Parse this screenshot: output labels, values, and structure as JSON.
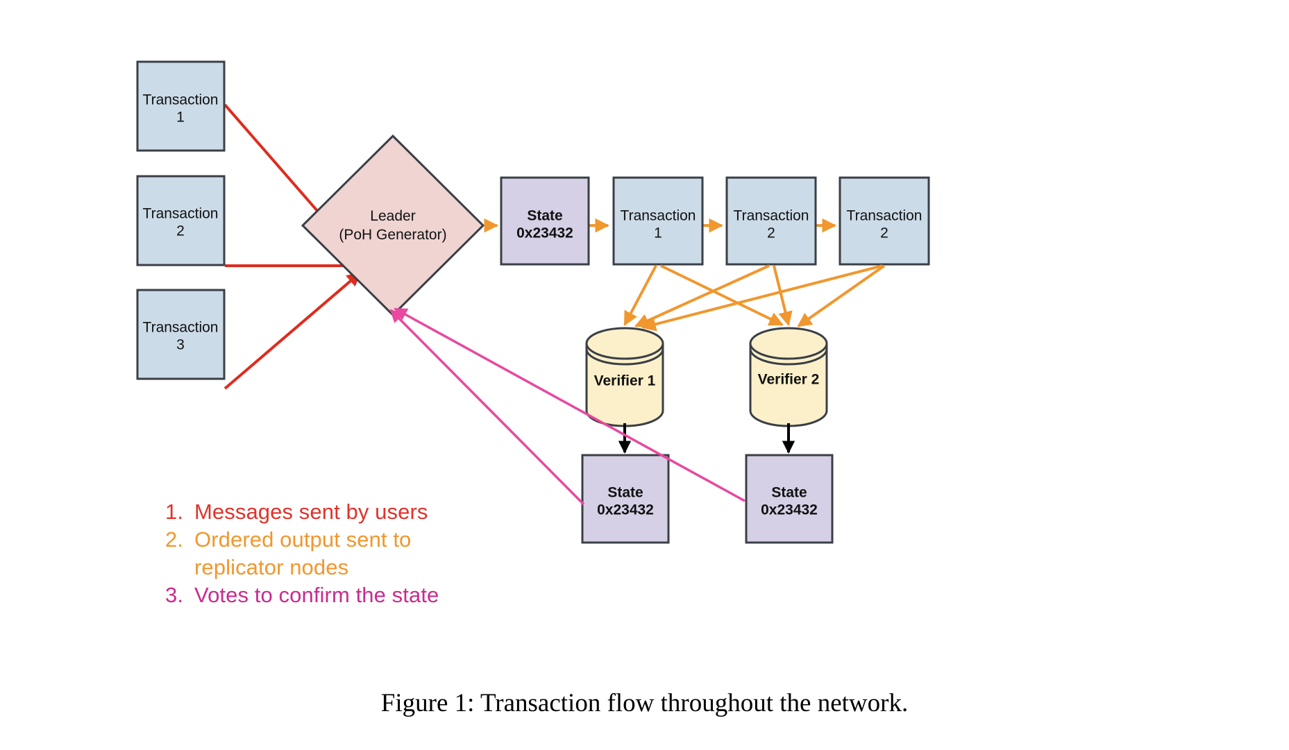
{
  "figure": {
    "caption": "Figure 1:  Transaction flow throughout the network."
  },
  "colors": {
    "transaction_fill": "#ccdbe8",
    "state_fill": "#d5d0e5",
    "leader_fill": "#efd4d2",
    "verifier_fill": "#fbf0c9",
    "node_stroke": "#3a3f46",
    "edge_red": "#e02b1d",
    "edge_orange": "#f0972e",
    "edge_pink": "#e8489f",
    "edge_black": "#000000"
  },
  "nodes": {
    "incoming_transactions": [
      {
        "line1": "Transaction",
        "line2": "1"
      },
      {
        "line1": "Transaction",
        "line2": "2"
      },
      {
        "line1": "Transaction",
        "line2": "3"
      }
    ],
    "leader": {
      "line1": "Leader",
      "line2": "(PoH Generator)"
    },
    "ledger_chain": [
      {
        "line1": "State",
        "line2": "0x23432",
        "bold": true
      },
      {
        "line1": "Transaction",
        "line2": "1",
        "bold": false
      },
      {
        "line1": "Transaction",
        "line2": "2",
        "bold": false
      },
      {
        "line1": "Transaction",
        "line2": "2",
        "bold": false
      }
    ],
    "verifiers": [
      {
        "label": "Verifier 1"
      },
      {
        "label": "Verifier 2"
      }
    ],
    "verified_states": [
      {
        "line1": "State",
        "line2": "0x23432"
      },
      {
        "line1": "State",
        "line2": "0x23432"
      }
    ]
  },
  "legend": {
    "items": [
      {
        "number": "1.",
        "text": "Messages sent by users"
      },
      {
        "number": "2.",
        "text": "Ordered output sent to"
      },
      {
        "number": "",
        "text": "replicator nodes"
      },
      {
        "number": "3.",
        "text": "Votes to confirm the state"
      }
    ]
  }
}
